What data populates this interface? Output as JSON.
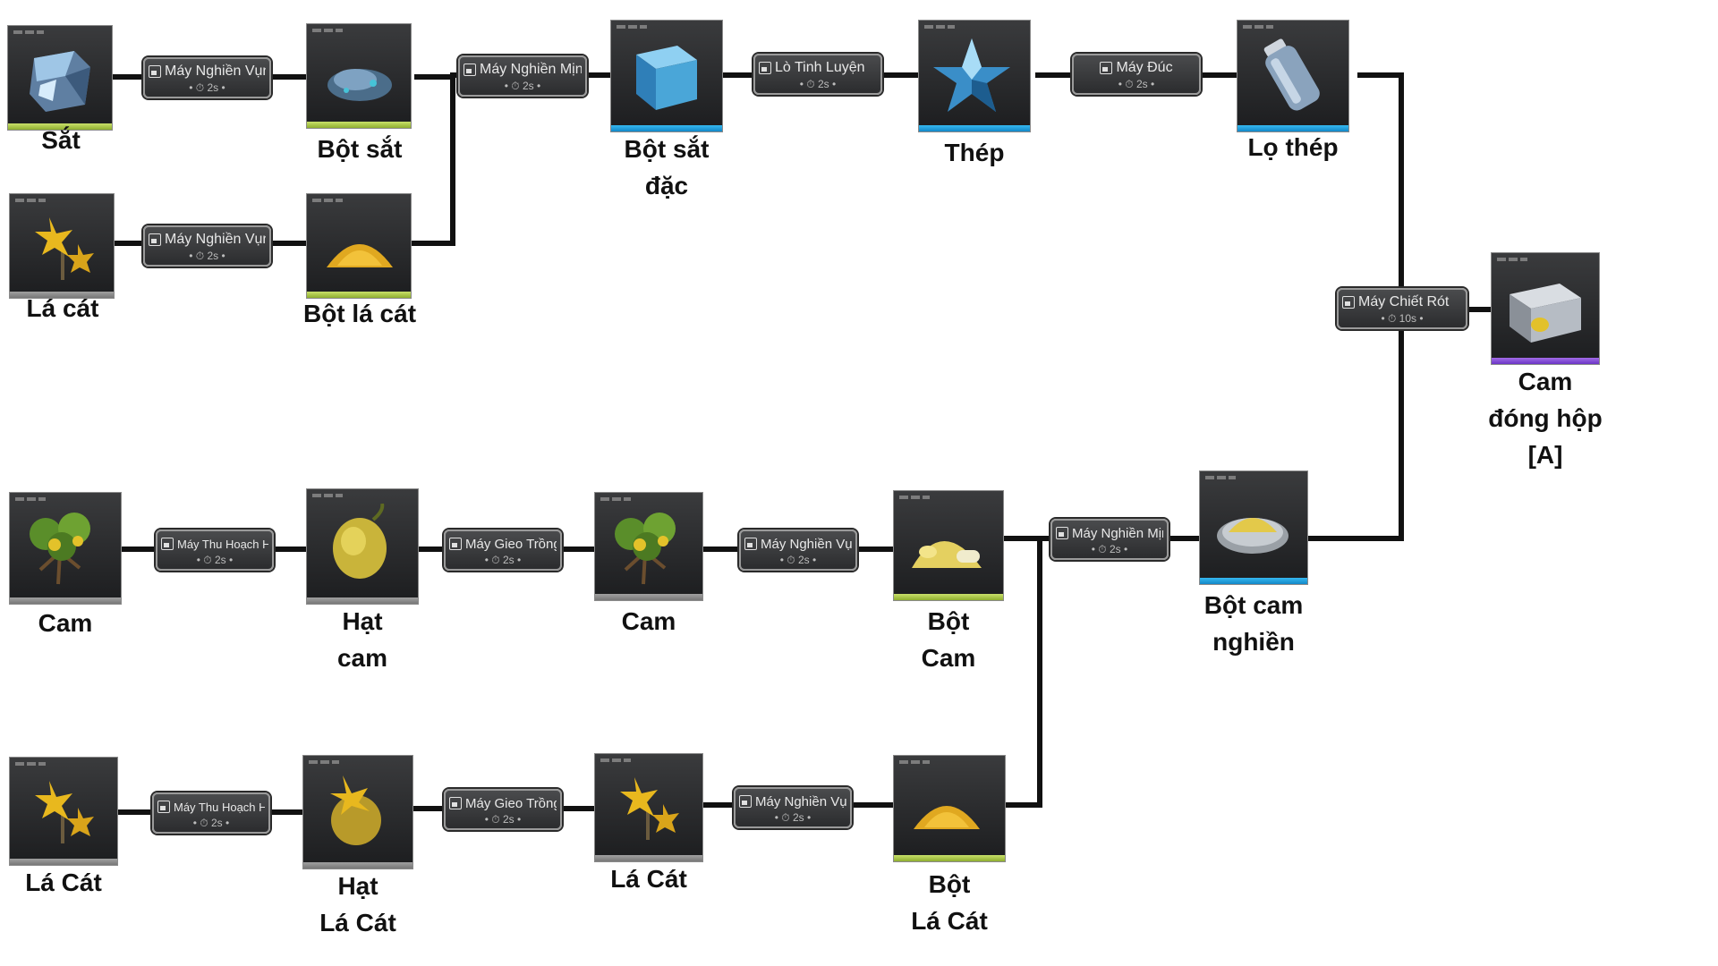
{
  "colors": {
    "wire": "#111111",
    "bar_green": "#a6c43c",
    "bar_blue": "#1e9fe0",
    "bar_purple": "#8a4fd8",
    "bar_gray": "#8c8c8c"
  },
  "items": {
    "sat": {
      "label": "Sắt",
      "icon": "iron-ore-icon",
      "bar": "green"
    },
    "bot_sat": {
      "label": "Bột sắt",
      "icon": "iron-powder-icon",
      "bar": "green"
    },
    "la_cat_top": {
      "label": "Lá cát",
      "icon": "sandleaf-plant-icon",
      "bar": "gray"
    },
    "bot_la_cat_top": {
      "label": "Bột lá cát",
      "icon": "sandleaf-powder-icon",
      "bar": "green"
    },
    "bot_sat_dac": {
      "label": "Bột sắt\nđặc",
      "icon": "dense-iron-cube-icon",
      "bar": "blue"
    },
    "thep": {
      "label": "Thép",
      "icon": "steel-crystal-icon",
      "bar": "blue"
    },
    "lo_thep": {
      "label": "Lọ thép",
      "icon": "steel-bottle-icon",
      "bar": "blue"
    },
    "cam_dong_hop": {
      "label": "Cam\nđóng hộp\n[A]",
      "icon": "canned-orange-icon",
      "bar": "purple"
    },
    "cam_1": {
      "label": "Cam",
      "icon": "orange-plant-icon",
      "bar": "gray"
    },
    "hat_cam": {
      "label": "Hạt\ncam",
      "icon": "orange-seed-icon",
      "bar": "gray"
    },
    "cam_2": {
      "label": "Cam",
      "icon": "orange-plant-icon",
      "bar": "gray"
    },
    "bot_cam": {
      "label": "Bột\nCam",
      "icon": "orange-powder-icon",
      "bar": "green"
    },
    "bot_cam_nghien": {
      "label": "Bột cam\nnghiền",
      "icon": "ground-orange-powder-icon",
      "bar": "blue"
    },
    "la_cat_1": {
      "label": "Lá Cát",
      "icon": "sandleaf-plant-icon",
      "bar": "gray"
    },
    "hat_la_cat": {
      "label": "Hạt\nLá Cát",
      "icon": "sandleaf-seed-icon",
      "bar": "gray"
    },
    "la_cat_2": {
      "label": "Lá Cát",
      "icon": "sandleaf-plant-icon",
      "bar": "gray"
    },
    "bot_la_cat_bottom": {
      "label": "Bột\nLá Cát",
      "icon": "sandleaf-powder-icon",
      "bar": "green"
    }
  },
  "machines": {
    "m_crush_1": {
      "name": "Máy Nghiền Vụn",
      "time": "2s",
      "icon": "crusher-icon"
    },
    "m_crush_2": {
      "name": "Máy Nghiền Vụn",
      "time": "2s",
      "icon": "crusher-icon"
    },
    "m_grind_1": {
      "name": "Máy Nghiền Mịn",
      "time": "2s",
      "icon": "grinder-icon"
    },
    "m_refine": {
      "name": "Lò Tinh Luyện",
      "time": "2s",
      "icon": "furnace-icon"
    },
    "m_mold": {
      "name": "Máy Đúc",
      "time": "2s",
      "icon": "mold-icon"
    },
    "m_fill": {
      "name": "Máy Chiết Rót",
      "time": "10s",
      "icon": "filler-icon"
    },
    "m_harvest_1": {
      "name": "Máy Thu Hoạch Hạt",
      "time": "2s",
      "icon": "harvester-icon"
    },
    "m_plant_1": {
      "name": "Máy Gieo Trồng",
      "time": "2s",
      "icon": "planter-icon"
    },
    "m_crush_3": {
      "name": "Máy Nghiền Vụn",
      "time": "2s",
      "icon": "crusher-icon"
    },
    "m_grind_2": {
      "name": "Máy Nghiền Mịn",
      "time": "2s",
      "icon": "grinder-icon"
    },
    "m_harvest_2": {
      "name": "Máy Thu Hoạch Hạt",
      "time": "2s",
      "icon": "harvester-icon"
    },
    "m_plant_2": {
      "name": "Máy Gieo Trồng",
      "time": "2s",
      "icon": "planter-icon"
    },
    "m_crush_4": {
      "name": "Máy Nghiền Vụn",
      "time": "2s",
      "icon": "crusher-icon"
    }
  }
}
